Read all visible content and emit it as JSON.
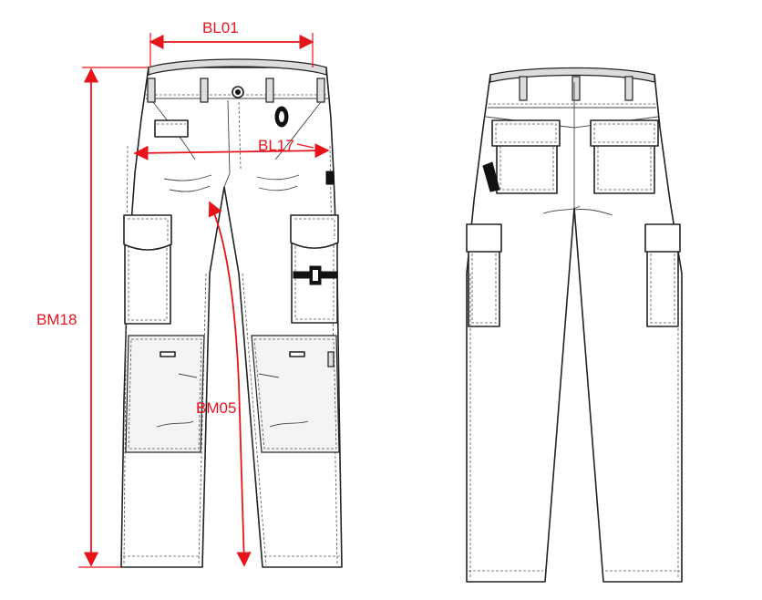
{
  "measurements": {
    "waist_width": "BL01",
    "hip_width": "BL17",
    "outseam_length": "BM18",
    "inseam_length": "BM05"
  },
  "colors": {
    "annotation_red": "#e8141c",
    "outline": "#222222",
    "background": "#ffffff"
  }
}
